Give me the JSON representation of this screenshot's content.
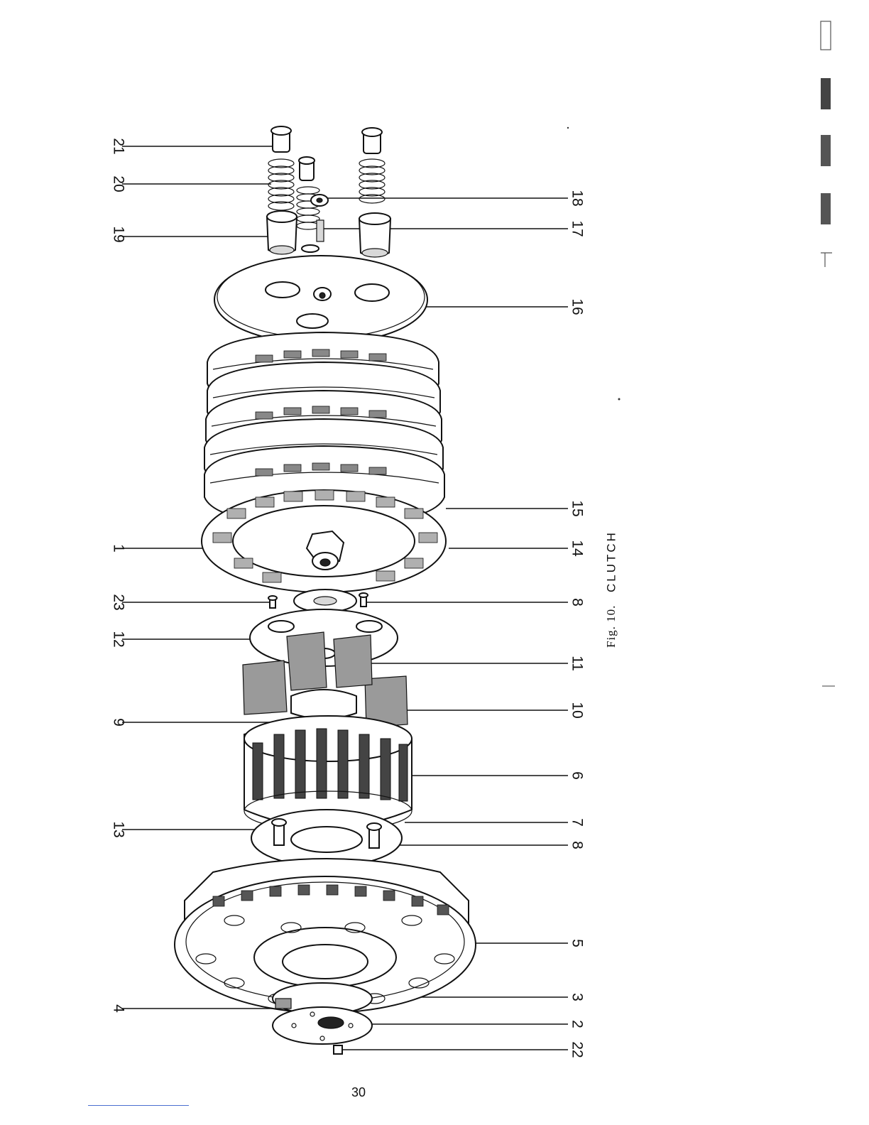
{
  "figure": {
    "caption_prefix": "Fig. 10.",
    "caption_title": "CLUTCH"
  },
  "callouts_left": [
    "21",
    "20",
    "19",
    "1",
    "23",
    "12",
    "9",
    "13",
    "4"
  ],
  "callouts_right": [
    "18",
    "17",
    "16",
    "15",
    "14",
    "8",
    "11",
    "10",
    "6",
    "7",
    "8",
    "5",
    "3",
    "2",
    "22"
  ],
  "page": {
    "number": "30"
  }
}
